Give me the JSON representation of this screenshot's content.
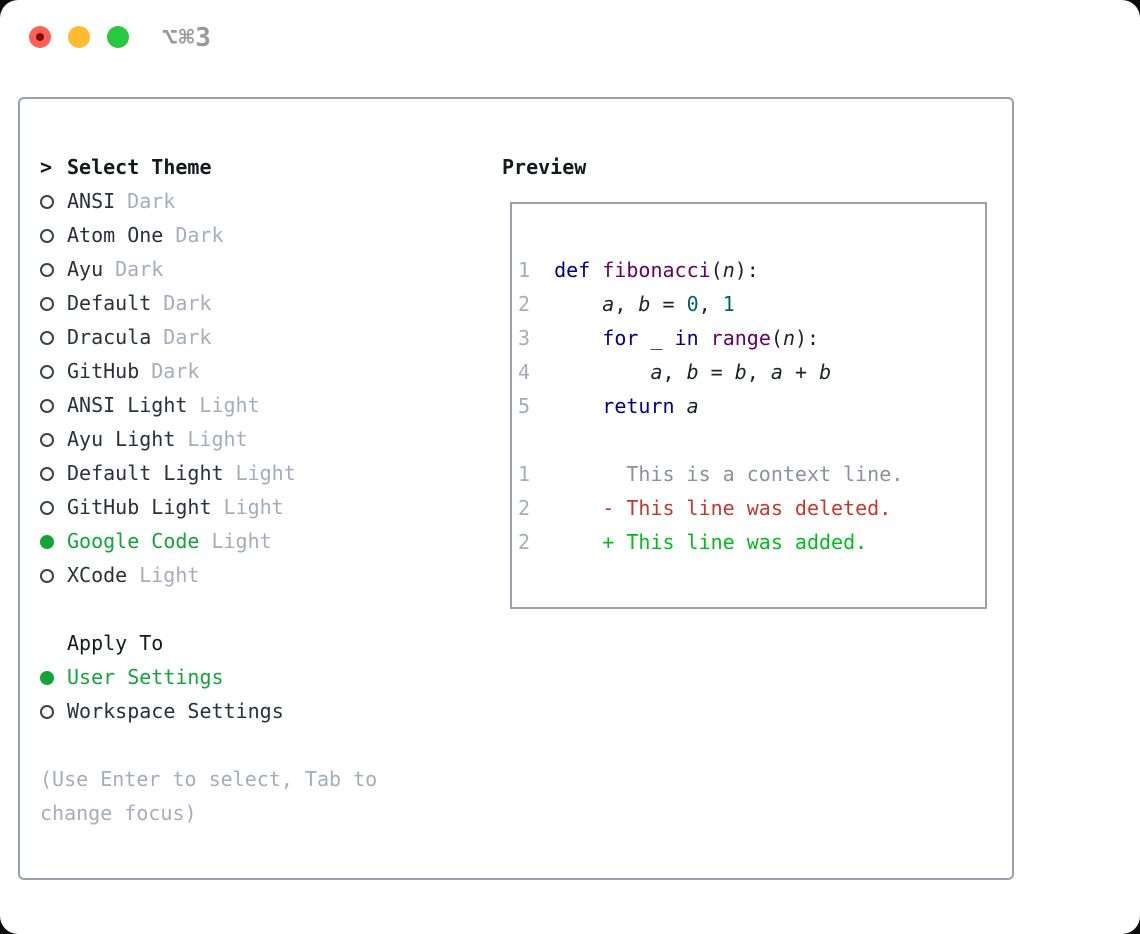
{
  "window": {
    "shortcut": "⌥⌘3",
    "traffic_lights": [
      "close",
      "minimize",
      "zoom"
    ]
  },
  "theme_panel": {
    "prompt": ">",
    "title": "Select Theme",
    "themes": [
      {
        "name": "ANSI",
        "variant": "Dark",
        "selected": false
      },
      {
        "name": "Atom One",
        "variant": "Dark",
        "selected": false
      },
      {
        "name": "Ayu",
        "variant": "Dark",
        "selected": false
      },
      {
        "name": "Default",
        "variant": "Dark",
        "selected": false
      },
      {
        "name": "Dracula",
        "variant": "Dark",
        "selected": false
      },
      {
        "name": "GitHub",
        "variant": "Dark",
        "selected": false
      },
      {
        "name": "ANSI Light",
        "variant": "Light",
        "selected": false
      },
      {
        "name": "Ayu Light",
        "variant": "Light",
        "selected": false
      },
      {
        "name": "Default Light",
        "variant": "Light",
        "selected": false
      },
      {
        "name": "GitHub Light",
        "variant": "Light",
        "selected": false
      },
      {
        "name": "Google Code",
        "variant": "Light",
        "selected": true
      },
      {
        "name": "XCode",
        "variant": "Light",
        "selected": false
      }
    ],
    "apply_to": {
      "title": "Apply To",
      "options": [
        {
          "label": "User Settings",
          "selected": true
        },
        {
          "label": "Workspace Settings",
          "selected": false
        }
      ]
    },
    "hint": "(Use Enter to select, Tab to change focus)"
  },
  "preview": {
    "title": "Preview",
    "code_lines": [
      {
        "num": "1",
        "tokens": [
          {
            "c": "k",
            "t": "def"
          },
          {
            "c": "p",
            "t": " "
          },
          {
            "c": "f",
            "t": "fibonacci"
          },
          {
            "c": "p",
            "t": "("
          },
          {
            "c": "v",
            "t": "n"
          },
          {
            "c": "p",
            "t": "):"
          }
        ]
      },
      {
        "num": "2",
        "tokens": [
          {
            "c": "p",
            "t": "    "
          },
          {
            "c": "v",
            "t": "a"
          },
          {
            "c": "p",
            "t": ", "
          },
          {
            "c": "v",
            "t": "b"
          },
          {
            "c": "p",
            "t": " = "
          },
          {
            "c": "l",
            "t": "0"
          },
          {
            "c": "p",
            "t": ", "
          },
          {
            "c": "l",
            "t": "1"
          }
        ]
      },
      {
        "num": "3",
        "tokens": [
          {
            "c": "p",
            "t": "    "
          },
          {
            "c": "k",
            "t": "for"
          },
          {
            "c": "p",
            "t": " _ "
          },
          {
            "c": "k",
            "t": "in"
          },
          {
            "c": "p",
            "t": " "
          },
          {
            "c": "f",
            "t": "range"
          },
          {
            "c": "p",
            "t": "("
          },
          {
            "c": "v",
            "t": "n"
          },
          {
            "c": "p",
            "t": "):"
          }
        ]
      },
      {
        "num": "4",
        "tokens": [
          {
            "c": "p",
            "t": "        "
          },
          {
            "c": "v",
            "t": "a"
          },
          {
            "c": "p",
            "t": ", "
          },
          {
            "c": "v",
            "t": "b"
          },
          {
            "c": "p",
            "t": " = "
          },
          {
            "c": "v",
            "t": "b"
          },
          {
            "c": "p",
            "t": ", "
          },
          {
            "c": "v",
            "t": "a"
          },
          {
            "c": "p",
            "t": " + "
          },
          {
            "c": "v",
            "t": "b"
          }
        ]
      },
      {
        "num": "5",
        "tokens": [
          {
            "c": "p",
            "t": "    "
          },
          {
            "c": "k",
            "t": "return"
          },
          {
            "c": "p",
            "t": " "
          },
          {
            "c": "v",
            "t": "a"
          }
        ]
      }
    ],
    "diff_lines": [
      {
        "num": "1",
        "type": "context",
        "text": "      This is a context line."
      },
      {
        "num": "2",
        "type": "deleted",
        "text": "    - This line was deleted."
      },
      {
        "num": "2",
        "type": "added",
        "text": "    + This line was added."
      }
    ]
  },
  "colors": {
    "title": "#16191d",
    "text": "#2b313a",
    "muted": "#a4aeba",
    "border": "#99a3af",
    "green": "#13a538",
    "radio_outline": "#3d434b",
    "keyword": "#000088",
    "func": "#660066",
    "literal": "#006666",
    "plain": "#1f2328",
    "diff_context": "#8b929b",
    "diff_deleted": "#c4392b",
    "diff_added": "#00bd1c",
    "tl_red": "#ff5f57",
    "tl_red_dot": "#7e0c08",
    "tl_yellow": "#febc2e",
    "tl_green": "#28c840",
    "shortcut": "#98989d"
  }
}
